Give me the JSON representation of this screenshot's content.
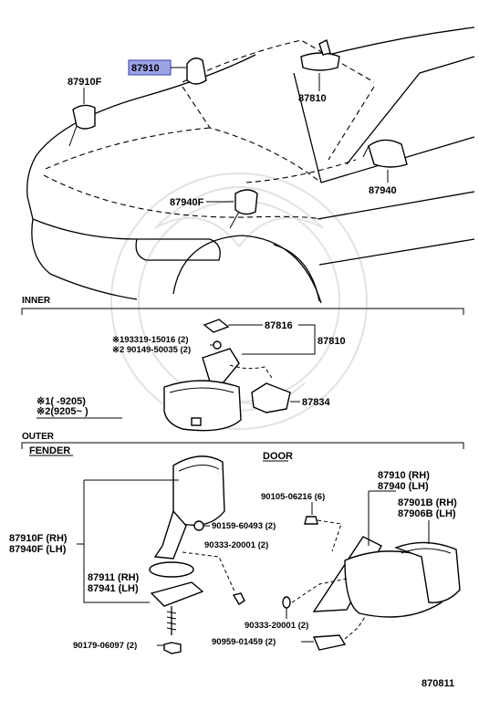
{
  "labels": {
    "p87910": "87910",
    "p87910f_top": "87910F",
    "p87810_top": "87810",
    "p87940f_top": "87940F",
    "p87940_top": "87940",
    "inner": "INNER",
    "p87816": "87816",
    "p87810_mid": "87810",
    "bolt1": "※193319-15016 (2)",
    "bolt2": "※2 90149-50035 (2)",
    "p87834": "87834",
    "note1": "※1(     -9205)",
    "note2": "※2(9205~      )",
    "outer": "OUTER",
    "fender": "FENDER",
    "door": "DOOR",
    "f_rh": "87910F (RH)",
    "f_lh": "87940F (LH)",
    "p90159": "90159-60493 (2)",
    "p90333a": "90333-20001 (2)",
    "p87911": "87911 (RH)",
    "p87941": "87941 (LH)",
    "p90179": "90179-06097 (2)",
    "p90105": "90105-06216 (6)",
    "d_rh": "87910 (RH)",
    "d_lh": "87940 (LH)",
    "p87901b": "87901B (RH)",
    "p87906b": "87906B (LH)",
    "p90333b": "90333-20001 (2)",
    "p90959": "90959-01459 (2)",
    "fig": "870811"
  },
  "colors": {
    "highlight_fill": "#9ea3e6",
    "highlight_stroke": "#3b3f9a",
    "ink": "#000000",
    "watermark": "#e2e2e2"
  }
}
